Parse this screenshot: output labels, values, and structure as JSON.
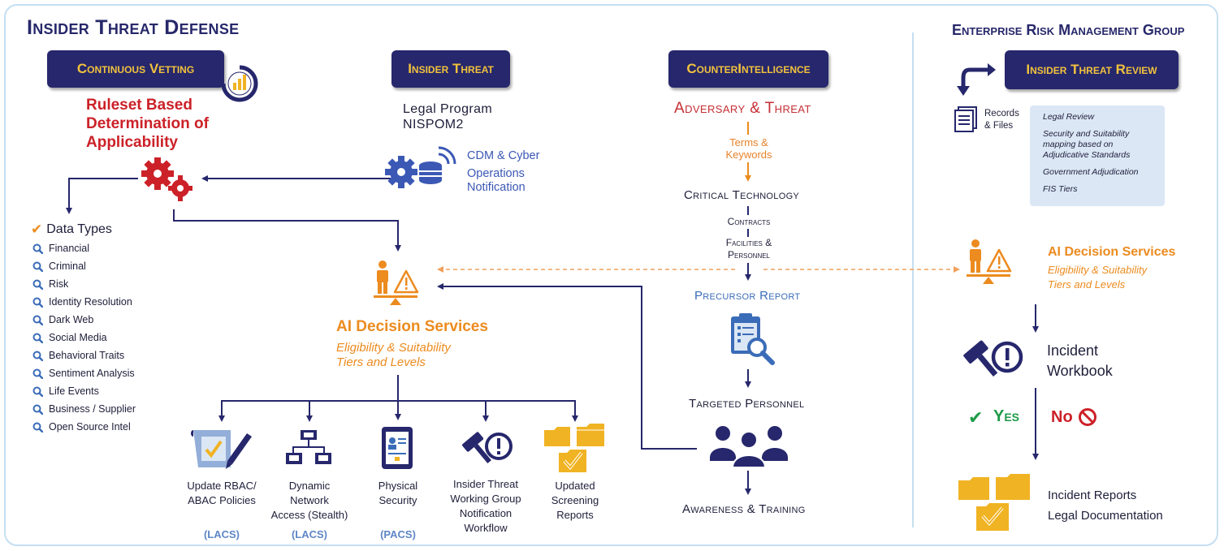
{
  "title": "Insider Threat Defense",
  "erm_title": "Enterprise Risk Management Group",
  "buttons": {
    "continuous_vetting": "Continuous Vetting",
    "insider_threat": "Insider Threat",
    "counterintelligence": "CounterIntelligence",
    "insider_threat_review": "Insider Threat Review"
  },
  "ruleset": [
    "Ruleset Based",
    "Determination of",
    "Applicability"
  ],
  "legal_program": [
    "Legal Program",
    "NISPOM2"
  ],
  "cdm": [
    "CDM & Cyber",
    "Operations",
    "Notification"
  ],
  "data_types": {
    "heading": "Data Types",
    "items": [
      "Financial",
      "Criminal",
      "Risk",
      "Identity Resolution",
      "Dark Web",
      "Social Media",
      "Behavioral Traits",
      "Sentiment Analysis",
      "Life Events",
      "Business / Supplier",
      "Open Source Intel"
    ]
  },
  "ai_decision": {
    "title": "AI Decision Services",
    "subtitle": [
      "Eligibility & Suitability",
      "Tiers and Levels"
    ]
  },
  "outputs": [
    {
      "label": [
        "Update RBAC/",
        "ABAC Policies"
      ],
      "tag": "(LACS)"
    },
    {
      "label": [
        "Dynamic",
        "Network",
        "Access (Stealth)"
      ],
      "tag": "(LACS)"
    },
    {
      "label": [
        "Physical",
        "Security"
      ],
      "tag": "(PACS)"
    },
    {
      "label": [
        "Insider Threat",
        "Working Group",
        "Notification",
        "Workflow"
      ],
      "tag": ""
    },
    {
      "label": [
        "Updated",
        "Screening",
        "Reports"
      ],
      "tag": ""
    }
  ],
  "ci_flow": {
    "adversary": "Adversary & Threat",
    "terms": [
      "Terms &",
      "Keywords"
    ],
    "critical_tech": "Critical Technology",
    "contracts": "Contracts",
    "facilities": [
      "Facilities &",
      "Personnel"
    ],
    "precursor": "Precursor Report",
    "targeted": "Targeted Personnel",
    "awareness": "Awareness & Training"
  },
  "erm": {
    "records": [
      "Records",
      "& Files"
    ],
    "review_items": [
      "Legal Review",
      "Security and Suitability mapping based on Adjudicative Standards",
      "Government Adjudication",
      "FIS Tiers"
    ],
    "ai_title": "AI Decision Services",
    "ai_subtitle": [
      "Eligibility & Suitability",
      "Tiers and Levels"
    ],
    "incident_workbook": [
      "Incident",
      "Workbook"
    ],
    "yes": "Yes",
    "no": "No",
    "incident_reports": [
      "Incident Reports",
      "Legal Documentation"
    ]
  },
  "colors": {
    "navy": "#26276c",
    "gold": "#f2c23d",
    "red": "#cc2128",
    "orange": "#ec8b1f",
    "blue": "#3b58b5",
    "folder": "#f0b323",
    "green": "#1f9b48"
  },
  "icons": [
    "chart-cycle-icon",
    "gears-icon",
    "cyber-database-icon",
    "person-warning-scale-icon",
    "clipboard-search-icon",
    "people-group-icon",
    "policy-pen-icon",
    "network-icon",
    "badge-icon",
    "gavel-alert-icon",
    "folders-check-icon",
    "documents-icon",
    "return-arrow-icon",
    "checkmark-icon",
    "search-icon",
    "no-icon"
  ]
}
